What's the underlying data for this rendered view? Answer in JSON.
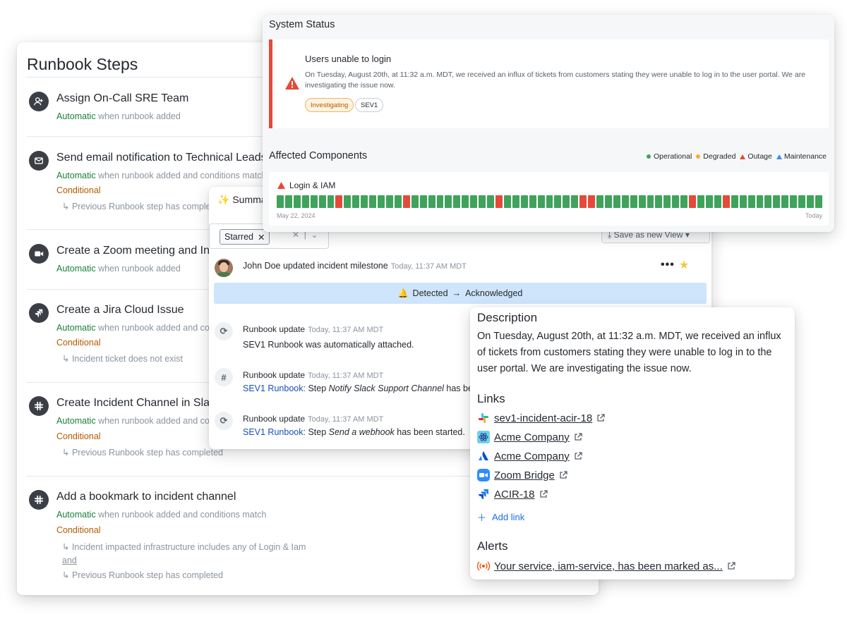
{
  "runbook": {
    "title": "Runbook Steps",
    "steps": [
      {
        "title": "Assign On-Call SRE Team",
        "auto": "Automatic",
        "auto_rest": "when runbook added"
      },
      {
        "title": "Send email notification to Technical Leads",
        "auto": "Automatic",
        "auto_rest": "when runbook added and conditions match",
        "cond": "Conditional",
        "sub": "Previous Runbook step has completed"
      },
      {
        "title": "Create a Zoom meeting and Invite",
        "auto": "Automatic",
        "auto_rest": "when runbook added"
      },
      {
        "title": "Create a Jira Cloud Issue",
        "auto": "Automatic",
        "auto_rest": "when runbook added and conditions match",
        "cond": "Conditional",
        "sub": "Incident ticket does not exist"
      },
      {
        "title": "Create Incident Channel in Slack",
        "auto": "Automatic",
        "auto_rest": "when runbook added and conditions match",
        "cond": "Conditional",
        "sub": "Previous Runbook step has completed"
      },
      {
        "title": "Add a bookmark to incident channel",
        "auto": "Automatic",
        "auto_rest": "when runbook added and conditions match",
        "cond": "Conditional",
        "sub": "Incident impacted infrastructure includes any of Login & Iam",
        "and": "and",
        "sub2": "Previous Runbook step has completed"
      }
    ]
  },
  "timeline": {
    "header": "✨ Summary",
    "filter_chip": "Starred",
    "save_view": "Save as new View",
    "entry1": {
      "name": "John Doe updated incident milestone",
      "time": "Today, 11:37 AM MDT"
    },
    "milestone": {
      "from": "Detected",
      "to": "Acknowledged"
    },
    "updates": [
      {
        "icon": "runbook-icon",
        "label": "Runbook update",
        "time": "Today, 11:37 AM MDT",
        "text": "SEV1 Runbook was automatically attached."
      },
      {
        "icon": "slack-icon",
        "label": "Runbook update",
        "time": "Today, 11:37 AM MDT",
        "link": "SEV1 Runbook:",
        "pre": "Step",
        "em": "Notify Slack Support Channel",
        "post": "has been started."
      },
      {
        "icon": "runbook-icon",
        "label": "Runbook update",
        "time": "Today, 11:37 AM MDT",
        "link": "SEV1 Runbook:",
        "pre": "Step",
        "em": "Send a webhook",
        "post": "has been started."
      }
    ]
  },
  "status": {
    "title": "System Status",
    "alert": {
      "title": "Users unable to login",
      "body": "On Tuesday, August 20th, at 11:32 a.m. MDT, we received an influx of tickets from customers stating they were unable to log in to the user portal. We are investigating the issue now.",
      "tags": [
        "Investigating",
        "SEV1"
      ]
    },
    "affected_title": "Affected Components",
    "legend": [
      "Operational",
      "Degraded",
      "Outage",
      "Maintenance"
    ],
    "colors": {
      "operational": "#3fa35b",
      "degraded": "#f2b12e",
      "outage": "#e5493a",
      "maintenance": "#3b8ded"
    },
    "component": {
      "name": "Login & IAM",
      "range_start": "May 22, 2024",
      "range_end": "Today",
      "days": [
        "o",
        "o",
        "o",
        "o",
        "o",
        "o",
        "o",
        "o",
        "o",
        "o",
        "o",
        "o",
        "o",
        "o",
        "o",
        "x",
        "o",
        "o",
        "o",
        "o",
        "o",
        "o",
        "o",
        "o",
        "o",
        "o",
        "o",
        "o",
        "o",
        "o",
        "x",
        "o",
        "o",
        "o",
        "o",
        "o",
        "o",
        "o",
        "o",
        "o",
        "o",
        "o",
        "o",
        "o",
        "o",
        "o",
        "o",
        "o",
        "o",
        "o",
        "o",
        "o",
        "o",
        "x",
        "o",
        "o",
        "o",
        "o",
        "o",
        "o",
        "o",
        "o",
        "o",
        "o",
        "o",
        "o",
        "o",
        "o",
        "o",
        "o",
        "o",
        "o",
        "o",
        "x",
        "o",
        "x",
        "o",
        "o",
        "o",
        "o",
        "o",
        "o",
        "o",
        "o",
        "o",
        "o",
        "o",
        "o",
        "o",
        "o",
        "o",
        "o",
        "o",
        "o",
        "o",
        "o",
        "o",
        "o",
        "x",
        "o",
        "o",
        "o",
        "o",
        "o",
        "o",
        "o",
        "o",
        "x",
        "o",
        "o",
        "o",
        "o",
        "o",
        "o",
        "o",
        "o",
        "o",
        "o",
        "o",
        "o",
        "o",
        "o",
        "o",
        "o",
        "o",
        "o",
        "o",
        "o",
        "o",
        "o"
      ]
    }
  },
  "description": {
    "heading": "Description",
    "body": "On Tuesday, August 20th, at 11:32 a.m. MDT, we received an influx of tickets from customers stating they were unable to log in to the user portal. We are investigating the issue now.",
    "links_heading": "Links",
    "links": [
      {
        "label": "sev1-incident-acir-18",
        "icon": "slack-icon"
      },
      {
        "label": "Acme Company",
        "icon": "react-icon"
      },
      {
        "label": "Acme Company",
        "icon": "atlassian-icon"
      },
      {
        "label": "Zoom Bridge",
        "icon": "zoom-icon"
      },
      {
        "label": "ACIR-18",
        "icon": "jira-icon"
      }
    ],
    "add_link": "Add link",
    "alerts_heading": "Alerts",
    "alert": "Your service, iam-service, has been marked as..."
  }
}
